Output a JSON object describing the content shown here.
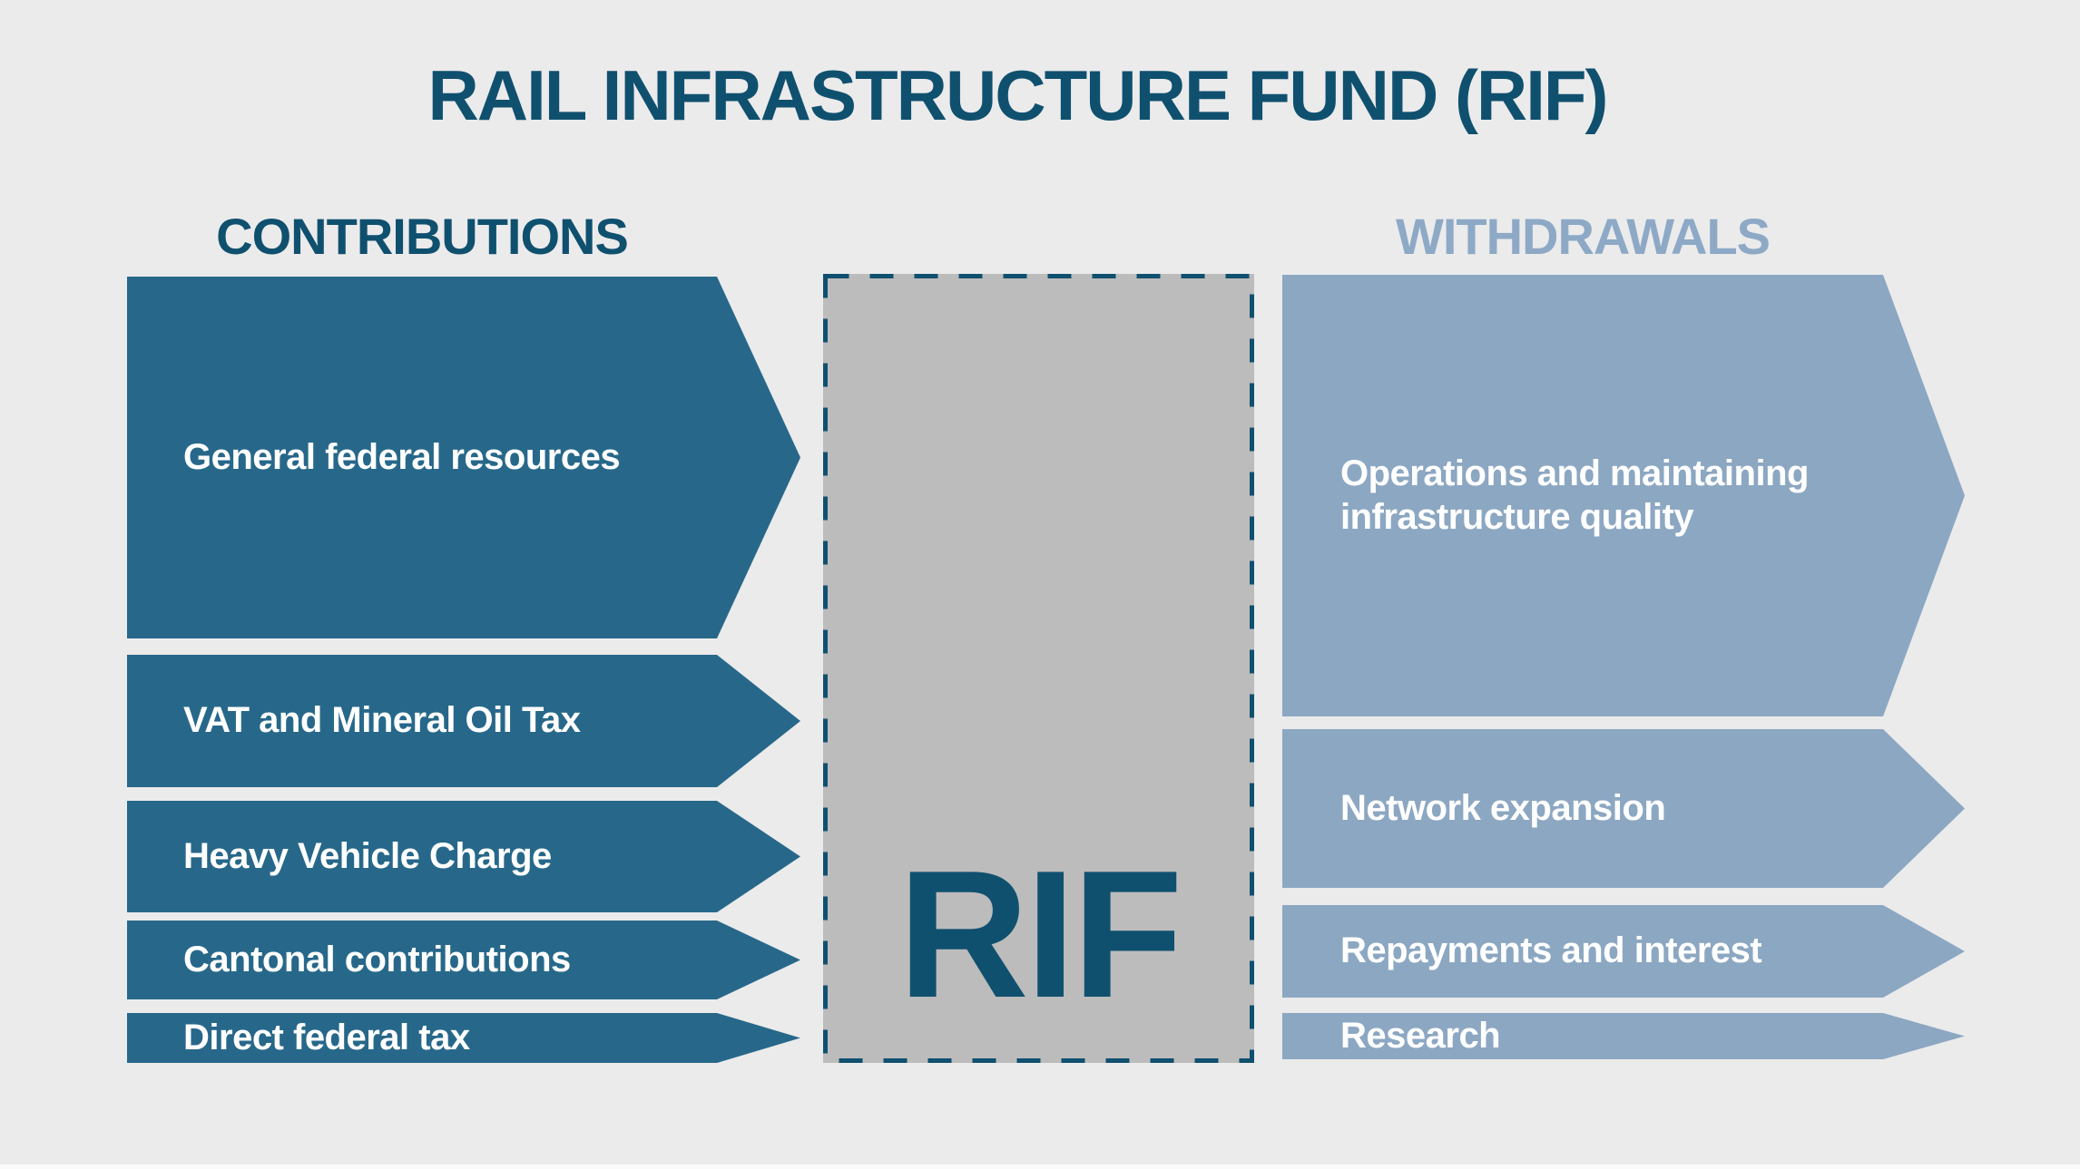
{
  "title": "RAIL INFRASTRUCTURE FUND (RIF)",
  "fund_box": {
    "label": "RIF"
  },
  "contributions": {
    "heading": "CONTRIBUTIONS",
    "items": [
      {
        "label": "General federal resources"
      },
      {
        "label": "VAT and Mineral Oil Tax"
      },
      {
        "label": "Heavy Vehicle Charge"
      },
      {
        "label": "Cantonal contributions"
      },
      {
        "label": "Direct federal tax"
      }
    ]
  },
  "withdrawals": {
    "heading": "WITHDRAWALS",
    "items": [
      {
        "label": "Operations and maintaining infrastructure quality"
      },
      {
        "label": "Network expansion"
      },
      {
        "label": "Repayments and interest"
      },
      {
        "label": "Research"
      }
    ]
  },
  "colors": {
    "background": "#ebebeb",
    "title_text": "#10506f",
    "heading_dark": "#10506f",
    "heading_light": "#8da9c6",
    "contribution_arrow": "#27688a",
    "withdrawal_arrow": "#8ca7c2",
    "arrow_text": "#ffffff",
    "fund_box_fill": "#bcbcbc",
    "fund_box_border": "#10506f",
    "rif_text": "#10506f"
  }
}
